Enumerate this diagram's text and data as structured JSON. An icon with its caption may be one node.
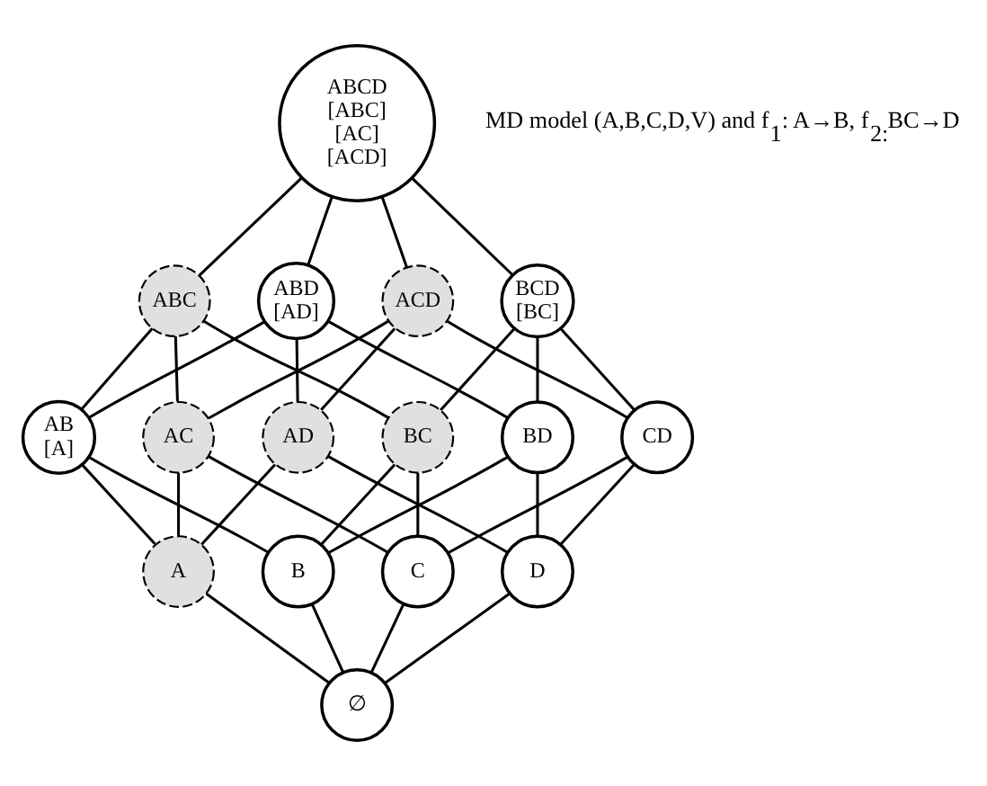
{
  "diagram": {
    "nodes": [
      {
        "text": [
          "ABCD",
          "[ABC]",
          "[AC]",
          "[ACD]"
        ]
      },
      {
        "text": [
          "ABC"
        ]
      },
      {
        "text": [
          "ABD",
          "[AD]"
        ]
      },
      {
        "text": [
          "ACD"
        ]
      },
      {
        "text": [
          "BCD",
          "[BC]"
        ]
      },
      {
        "text": [
          "AB",
          "[A]"
        ]
      },
      {
        "text": [
          "AC"
        ]
      },
      {
        "text": [
          "AD"
        ]
      },
      {
        "text": [
          "BC"
        ]
      },
      {
        "text": [
          "BD"
        ]
      },
      {
        "text": [
          "CD"
        ]
      },
      {
        "text": [
          "A"
        ]
      },
      {
        "text": [
          "B"
        ]
      },
      {
        "text": [
          "C"
        ]
      },
      {
        "text": [
          "D"
        ]
      },
      {
        "text": [
          "∅"
        ]
      }
    ],
    "edges": [
      {
        "from": 0,
        "to": 1,
        "arrow": "none"
      },
      {
        "from": 0,
        "to": 2,
        "arrow": "none"
      },
      {
        "from": 0,
        "to": 3,
        "arrow": "none"
      },
      {
        "from": 0,
        "to": 4,
        "arrow": "none"
      },
      {
        "from": 1,
        "to": 5,
        "arrow": "none"
      },
      {
        "from": 1,
        "to": 6,
        "arrow": "none"
      },
      {
        "from": 1,
        "to": 8,
        "arrow": "none"
      },
      {
        "from": 2,
        "to": 5,
        "arrow": "none"
      },
      {
        "from": 2,
        "to": 7,
        "arrow": "none"
      },
      {
        "from": 2,
        "to": 9,
        "arrow": "none"
      },
      {
        "from": 3,
        "to": 6,
        "arrow": "none"
      },
      {
        "from": 3,
        "to": 7,
        "arrow": "none"
      },
      {
        "from": 3,
        "to": 10,
        "arrow": "none"
      },
      {
        "from": 4,
        "to": 8,
        "arrow": "none"
      },
      {
        "from": 4,
        "to": 9,
        "arrow": "none"
      },
      {
        "from": 4,
        "to": 10,
        "arrow": "none"
      },
      {
        "from": 5,
        "to": 11,
        "arrow": "none"
      },
      {
        "from": 5,
        "to": 12,
        "arrow": "none"
      },
      {
        "from": 6,
        "to": 11,
        "arrow": "none"
      },
      {
        "from": 6,
        "to": 13,
        "arrow": "none"
      },
      {
        "from": 7,
        "to": 11,
        "arrow": "none"
      },
      {
        "from": 7,
        "to": 14,
        "arrow": "none"
      },
      {
        "from": 8,
        "to": 12,
        "arrow": "none"
      },
      {
        "from": 8,
        "to": 13,
        "arrow": "none"
      },
      {
        "from": 9,
        "to": 12,
        "arrow": "none"
      },
      {
        "from": 9,
        "to": 14,
        "arrow": "none"
      },
      {
        "from": 10,
        "to": 13,
        "arrow": "none"
      },
      {
        "from": 10,
        "to": 14,
        "arrow": "none"
      },
      {
        "from": 11,
        "to": 15,
        "arrow": "none"
      },
      {
        "from": 12,
        "to": 15,
        "arrow": "none"
      },
      {
        "from": 13,
        "to": 15,
        "arrow": "none"
      },
      {
        "from": 14,
        "to": 15,
        "arrow": "none"
      }
    ],
    "labels": [
      "MD model (A,B,C,D,V) and f$_{1}$: A→B, f$_{2:}$BC→D"
    ]
  }
}
